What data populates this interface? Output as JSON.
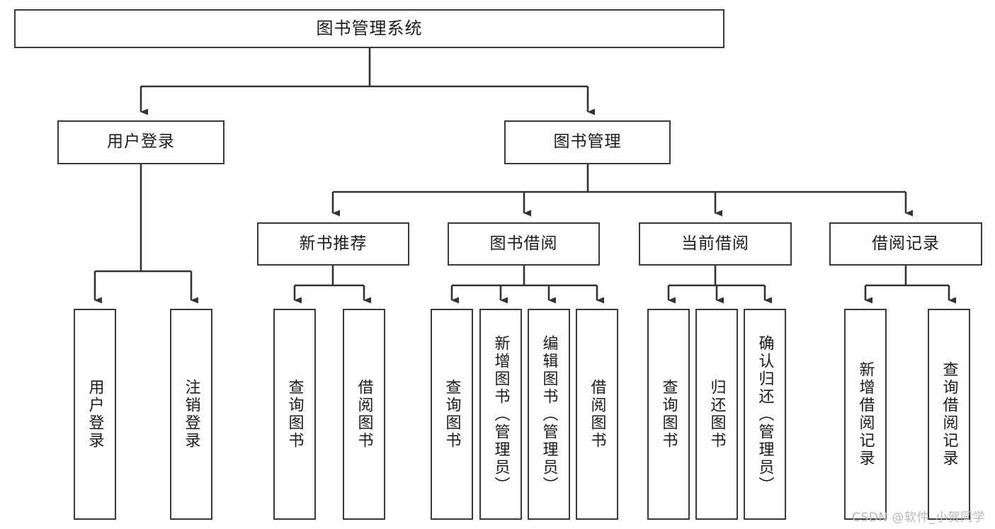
{
  "diagram": {
    "title": "图书管理系统",
    "type": "tree-hierarchy-chart",
    "watermark": "CSDN @软件_小贺同学",
    "colors": {
      "box_border": "#3a3a3a",
      "box_fill": "#ffffff",
      "edge": "#333333",
      "text": "#1b1b1b",
      "watermark": "#b7b7b7",
      "background": "#ffffff"
    },
    "nodes": {
      "root": {
        "label": "图书管理系统"
      },
      "level2": [
        {
          "id": "user-login",
          "label": "用户登录"
        },
        {
          "id": "book-manage",
          "label": "图书管理"
        }
      ],
      "level3": [
        {
          "id": "new-book-rec",
          "label": "新书推荐"
        },
        {
          "id": "book-borrow",
          "label": "图书借阅"
        },
        {
          "id": "current-borrow",
          "label": "当前借阅"
        },
        {
          "id": "borrow-record",
          "label": "借阅记录"
        }
      ],
      "leaves": {
        "user_login": [
          {
            "id": "leaf-user-login",
            "label": "用户登录"
          },
          {
            "id": "leaf-logout-login",
            "label": "注销登录"
          }
        ],
        "new_book_rec": [
          {
            "id": "leaf-query-book-1",
            "label": "查询图书"
          },
          {
            "id": "leaf-borrow-book-1",
            "label": "借阅图书"
          }
        ],
        "book_borrow": [
          {
            "id": "leaf-query-book-2",
            "label": "查询图书"
          },
          {
            "id": "leaf-add-book",
            "label": "新增图书（管理员）"
          },
          {
            "id": "leaf-edit-book",
            "label": "编辑图书（管理员）"
          },
          {
            "id": "leaf-borrow-book-2",
            "label": "借阅图书"
          }
        ],
        "current_borrow": [
          {
            "id": "leaf-query-book-3",
            "label": "查询图书"
          },
          {
            "id": "leaf-return-book",
            "label": "归还图书"
          },
          {
            "id": "leaf-confirm-return",
            "label": "确认归还（管理员）"
          }
        ],
        "borrow_record": [
          {
            "id": "leaf-add-record",
            "label": "新增借阅记录"
          },
          {
            "id": "leaf-query-record",
            "label": "查询借阅记录"
          }
        ]
      }
    }
  }
}
